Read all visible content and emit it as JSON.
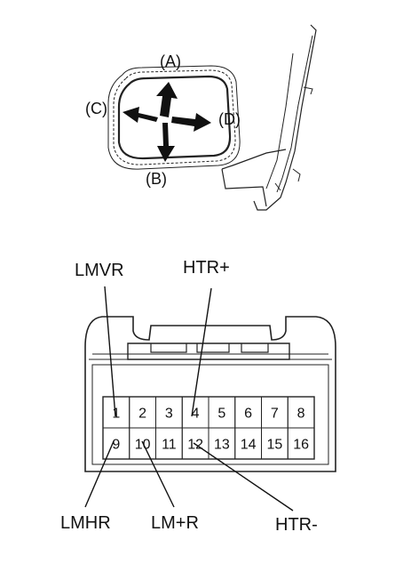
{
  "mirror": {
    "directions": {
      "up": "(A)",
      "down": "(B)",
      "left": "(C)",
      "right": "(D)"
    }
  },
  "connector": {
    "pins_top": [
      "1",
      "2",
      "3",
      "4",
      "5",
      "6",
      "7",
      "8"
    ],
    "pins_bottom": [
      "9",
      "10",
      "11",
      "12",
      "13",
      "14",
      "15",
      "16"
    ],
    "callouts": {
      "lmvr": "LMVR",
      "htr_plus": "HTR+",
      "lmhr": "LMHR",
      "lm_plus_r": "LM+R",
      "htr_minus": "HTR-"
    }
  }
}
